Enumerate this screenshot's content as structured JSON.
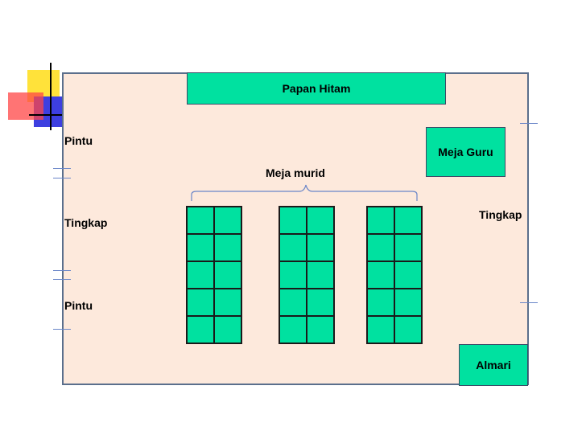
{
  "labels": {
    "board": "Papan Hitam",
    "teacher_desk": "Meja Guru",
    "student_desks": "Meja murid",
    "door_top": "Pintu",
    "window_left": "Tingkap",
    "door_bottom": "Pintu",
    "window_right": "Tingkap",
    "cupboard": "Almari"
  },
  "desk_groups": [
    {
      "rows": 5,
      "cols": 2
    },
    {
      "rows": 5,
      "cols": 2
    },
    {
      "rows": 5,
      "cols": 2
    }
  ],
  "colors": {
    "room_fill": "#fde9dc",
    "room_border": "#5b6f8c",
    "furniture": "#00e1a0",
    "accent_red": "#ff3b3b",
    "accent_yellow": "#ffe23a",
    "accent_blue": "#3d3fe0"
  }
}
